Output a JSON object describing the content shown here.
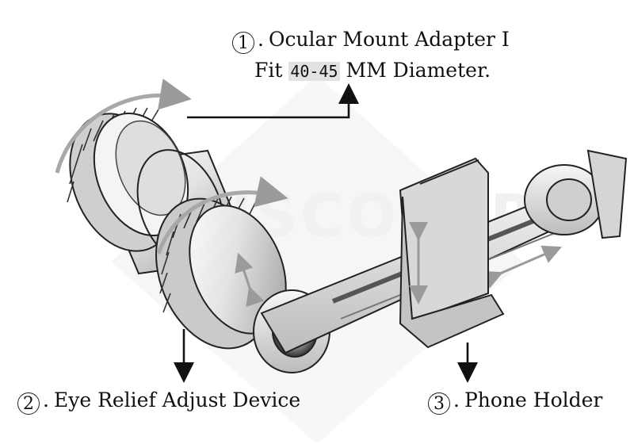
{
  "labels": {
    "mount": {
      "number": "1",
      "title": "Ocular Mount Adapter I",
      "fit_prefix": "Fit",
      "fit_range": "40-45",
      "fit_suffix": "MM Diameter."
    },
    "relief": {
      "number": "2",
      "title": "Eye Relief Adjust Device"
    },
    "holder": {
      "number": "3",
      "title": "Phone Holder"
    }
  },
  "watermark": "DISCOVERY",
  "colors": {
    "metal_light": "#f2f2f2",
    "metal_mid": "#c9c9c9",
    "metal_dark": "#555555",
    "outline": "#222222",
    "watermark": "#eeeeee",
    "arrow_gray": "#aaaaaa"
  }
}
